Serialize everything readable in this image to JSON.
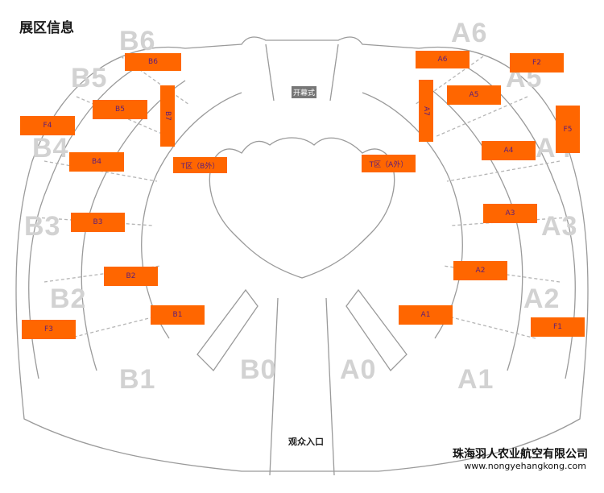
{
  "title": "展区信息",
  "company": "珠海羽人农业航空有限公司",
  "website": "www.nongyehangkong.com",
  "entrance_label": "观众入口",
  "sign_label": "开幕式",
  "zone_markers": [
    "B6",
    "B5",
    "B4",
    "B3",
    "B2",
    "B1",
    "B0",
    "A0",
    "A1",
    "A2",
    "A3",
    "A4",
    "A5",
    "A6"
  ],
  "booth_labels": [
    "B6",
    "B5",
    "F4",
    "B4",
    "B3",
    "B2",
    "B1",
    "F3",
    "B7",
    "T区（B外）",
    "A6",
    "F2",
    "A5",
    "A7",
    "F5",
    "A4",
    "A3",
    "A2",
    "A1",
    "F1",
    "T区（A外）"
  ],
  "colors": {
    "label_bg": "#ff6600",
    "label_text": "#5b1d7a",
    "marker_text": "#d2d2d2"
  }
}
